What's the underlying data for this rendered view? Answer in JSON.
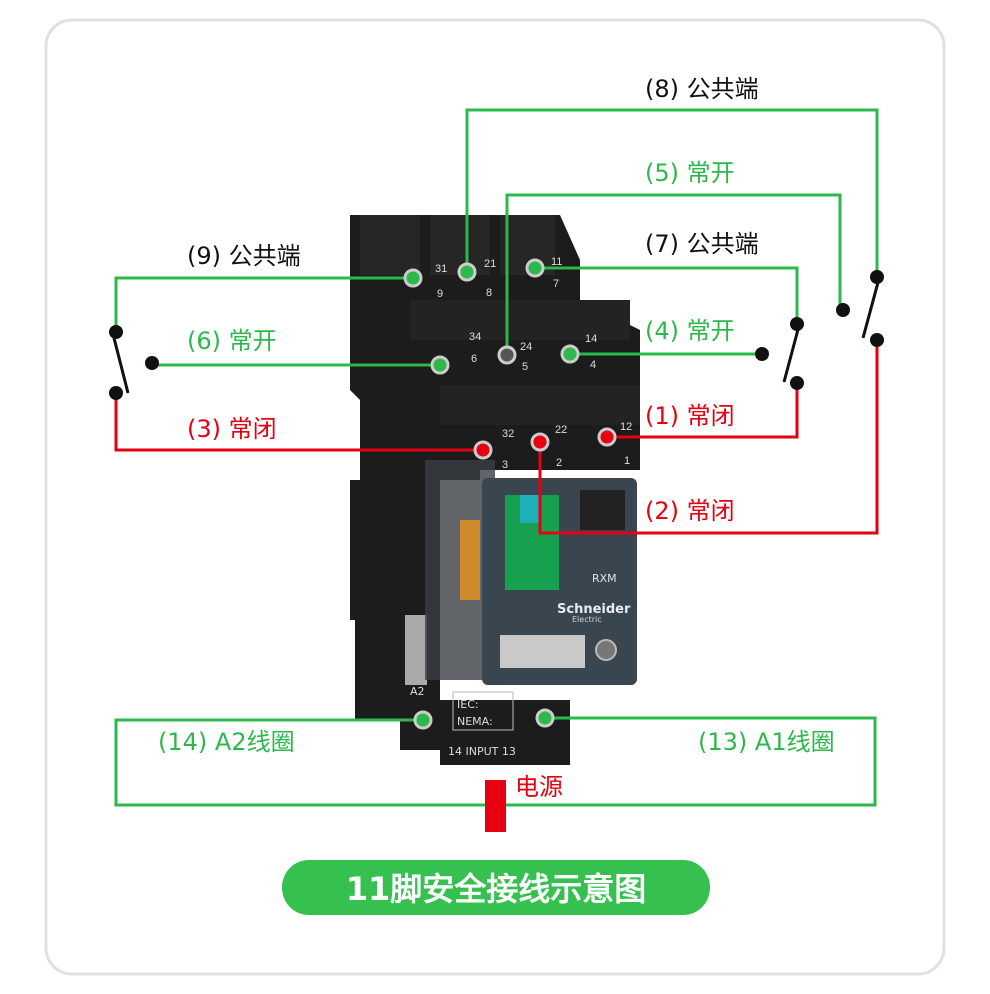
{
  "labels": {
    "t8": "(8) 公共端",
    "t5": "(5) 常开",
    "t7": "(7) 公共端",
    "t4": "(4) 常开",
    "t1": "(1) 常闭",
    "t2": "(2) 常闭",
    "t9": "(9) 公共端",
    "t6": "(6) 常开",
    "t3": "(3) 常闭",
    "a2": "(14) A2线圈",
    "a1": "(13) A1线圈",
    "power": "电源"
  },
  "relay": {
    "terminals": [
      "31",
      "9",
      "21",
      "8",
      "11",
      "7",
      "34",
      "6",
      "24",
      "5",
      "14",
      "4",
      "32",
      "3",
      "22",
      "2",
      "12",
      "1"
    ],
    "model": "RXM",
    "brand": "Schneider",
    "brand_sub": "Electric",
    "base_a2": "A2",
    "iec": "IEC:",
    "nema": "NEMA:",
    "input": "14 INPUT  13"
  },
  "title": "11脚安全接线示意图",
  "colors": {
    "green": "#2db84b",
    "red": "#e60012",
    "pill": "#35c04f"
  }
}
